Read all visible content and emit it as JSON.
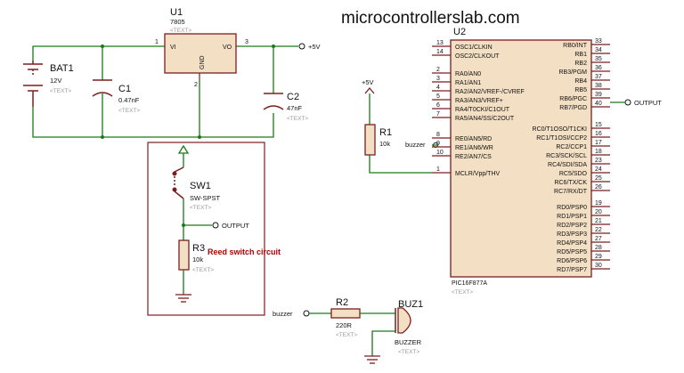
{
  "site": "microcontrollerslab.com",
  "regulator": {
    "ref": "U1",
    "part": "7805",
    "text": "<TEXT>",
    "pin_vi": "VI",
    "pin_vo": "VO",
    "pin_gnd": "GND",
    "pin1": "1",
    "pin2": "2",
    "pin3": "3"
  },
  "battery": {
    "ref": "BAT1",
    "value": "12V",
    "text": "<TEXT>"
  },
  "c1": {
    "ref": "C1",
    "value": "0.47nF",
    "text": "<TEXT>"
  },
  "c2": {
    "ref": "C2",
    "value": "47nF",
    "text": "<TEXT>"
  },
  "supply": [
    "+5V",
    "+5V"
  ],
  "r1": {
    "ref": "R1",
    "value": "10k"
  },
  "mcu": {
    "ref": "U2",
    "part": "PIC16F877A",
    "text": "<TEXT>",
    "left_pins": [
      {
        "n": "13",
        "l": "OSC1/CLKIN"
      },
      {
        "n": "14",
        "l": "OSC2/CLKOUT"
      },
      {
        "n": "2",
        "l": "RA0/AN0"
      },
      {
        "n": "3",
        "l": "RA1/AN1"
      },
      {
        "n": "4",
        "l": "RA2/AN2/VREF-/CVREF"
      },
      {
        "n": "5",
        "l": "RA3/AN3/VREF+"
      },
      {
        "n": "6",
        "l": "RA4/T0CKI/C1OUT"
      },
      {
        "n": "7",
        "l": "RA5/AN4/SS/C2OUT"
      },
      {
        "n": "8",
        "l": "RE0/AN5/RD"
      },
      {
        "n": "9",
        "l": "RE1/AN6/WR"
      },
      {
        "n": "10",
        "l": "RE2/AN7/CS"
      },
      {
        "n": "1",
        "l": "MCLR/Vpp/THV"
      }
    ],
    "right_pins": [
      {
        "n": "33",
        "l": "RB0/INT"
      },
      {
        "n": "34",
        "l": "RB1"
      },
      {
        "n": "35",
        "l": "RB2"
      },
      {
        "n": "36",
        "l": "RB3/PGM"
      },
      {
        "n": "37",
        "l": "RB4"
      },
      {
        "n": "38",
        "l": "RB5"
      },
      {
        "n": "39",
        "l": "RB6/PGC"
      },
      {
        "n": "40",
        "l": "RB7/PGD"
      },
      {
        "n": "15",
        "l": "RC0/T1OSO/T1CKI"
      },
      {
        "n": "16",
        "l": "RC1/T1OSI/CCP2"
      },
      {
        "n": "17",
        "l": "RC2/CCP1"
      },
      {
        "n": "18",
        "l": "RC3/SCK/SCL"
      },
      {
        "n": "23",
        "l": "RC4/SDI/SDA"
      },
      {
        "n": "24",
        "l": "RC5/SDO"
      },
      {
        "n": "25",
        "l": "RC6/TX/CK"
      },
      {
        "n": "26",
        "l": "RC7/RX/DT"
      },
      {
        "n": "19",
        "l": "RD0/PSP0"
      },
      {
        "n": "20",
        "l": "RD1/PSP1"
      },
      {
        "n": "21",
        "l": "RD2/PSP2"
      },
      {
        "n": "22",
        "l": "RD3/PSP3"
      },
      {
        "n": "27",
        "l": "RD4/PSP4"
      },
      {
        "n": "28",
        "l": "RD5/PSP5"
      },
      {
        "n": "29",
        "l": "RD6/PSP6"
      },
      {
        "n": "30",
        "l": "RD7/PSP7"
      }
    ]
  },
  "terminals": {
    "mcu_output": "OUTPUT",
    "mcu_buzzer": "buzzer",
    "switch_output": "OUTPUT",
    "buzzer_in": "buzzer"
  },
  "sw1": {
    "ref": "SW1",
    "part": "SW-SPST",
    "text": "<TEXT>"
  },
  "r3": {
    "ref": "R3",
    "value": "10k",
    "text": "<TEXT>"
  },
  "reed_label": "Reed switch circuit",
  "r2": {
    "ref": "R2",
    "value": "220R",
    "text": "<TEXT>"
  },
  "buz1": {
    "ref": "BUZ1",
    "part": "BUZZER",
    "text": "<TEXT>"
  }
}
